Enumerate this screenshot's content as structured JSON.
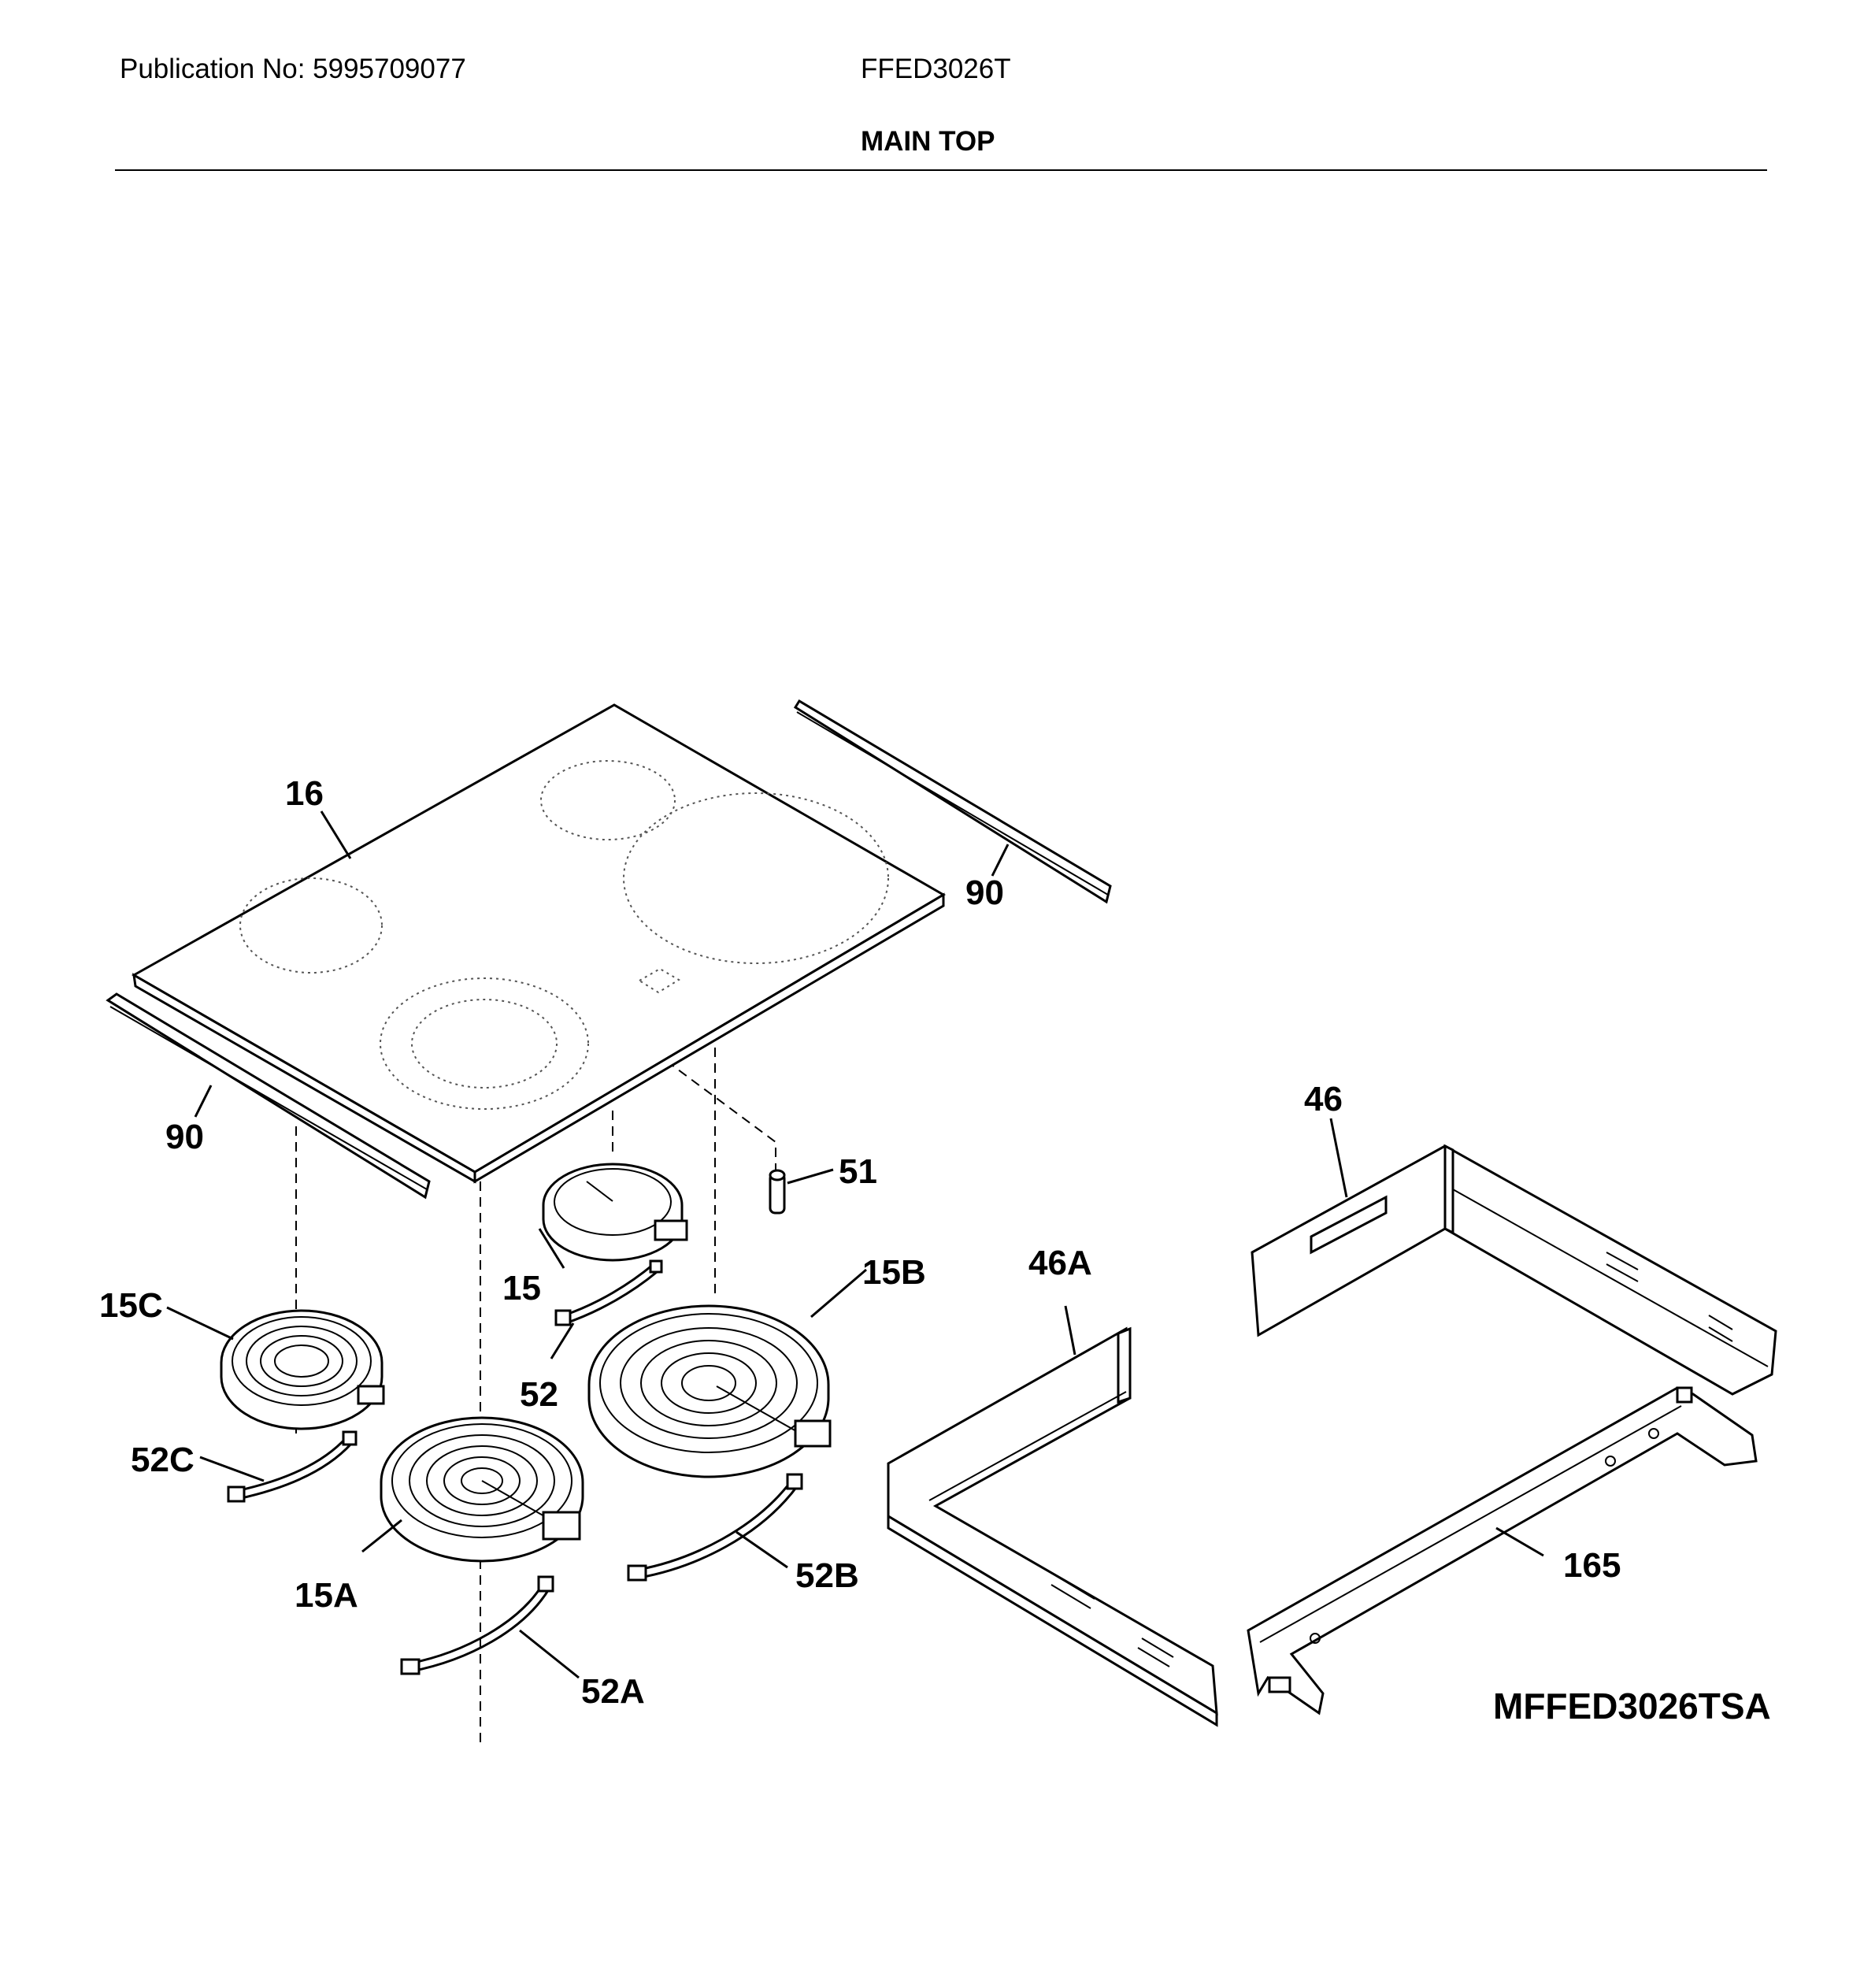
{
  "header": {
    "publication": "Publication No: 5995709077",
    "model": "FFED3026T",
    "section_title": "MAIN TOP"
  },
  "callouts": {
    "c16": "16",
    "c90_right": "90",
    "c90_left": "90",
    "c46": "46",
    "c51": "51",
    "c15": "15",
    "c15B": "15B",
    "c46A": "46A",
    "c15C": "15C",
    "c52": "52",
    "c52C": "52C",
    "c15A": "15A",
    "c52B": "52B",
    "c165": "165",
    "c52A": "52A"
  },
  "drawing_code": "MFFED3026TSA"
}
